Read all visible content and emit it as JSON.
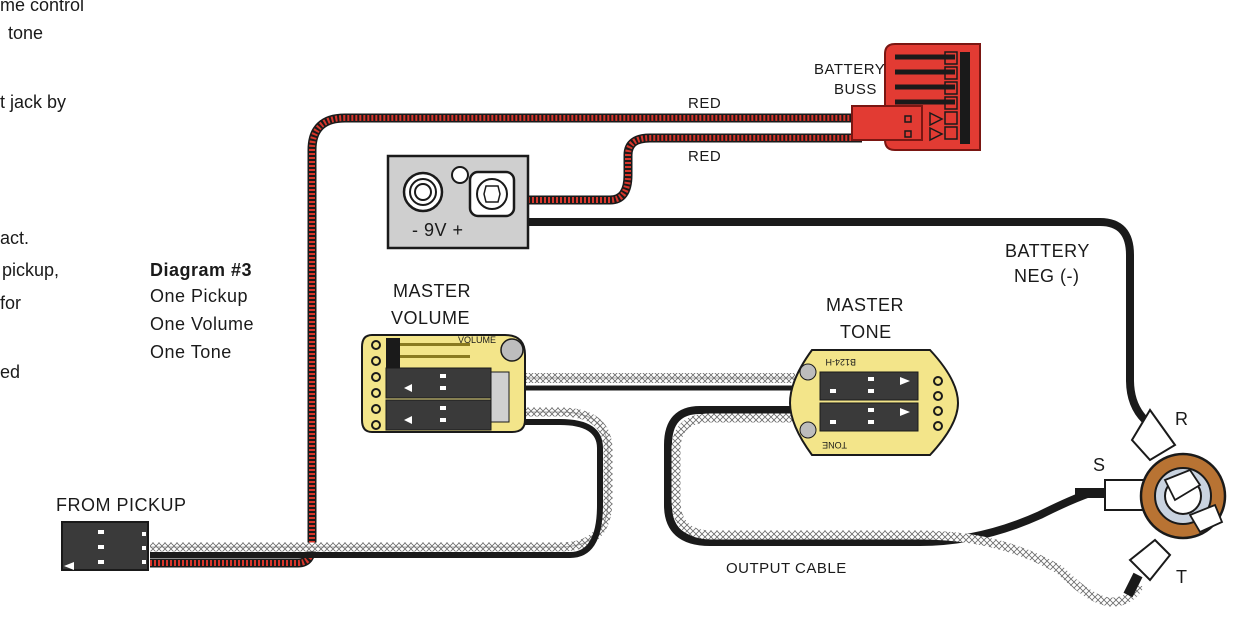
{
  "left_clipped_text": [
    "me control",
    "tone",
    "t jack by",
    "act.",
    "pickup,",
    "for",
    "ed"
  ],
  "diagram_caption": {
    "title": "Diagram #3",
    "lines": [
      "One Pickup",
      "One Volume",
      "One Tone"
    ]
  },
  "labels": {
    "battery_buss": [
      "BATTERY",
      "BUSS"
    ],
    "red_wire_top": "RED",
    "red_wire_bottom": "RED",
    "battery_clip": "- 9V +",
    "battery_neg": [
      "BATTERY",
      "NEG (-)"
    ],
    "master_volume": [
      "MASTER",
      "VOLUME"
    ],
    "master_tone": [
      "MASTER",
      "TONE"
    ],
    "volume_pcb": "VOLUME",
    "tone_pcb_top": "B124-H",
    "tone_pcb_bottom": "TONE",
    "from_pickup": "FROM PICKUP",
    "output_cable": "OUTPUT CABLE",
    "jack_r": "R",
    "jack_s": "S",
    "jack_t": "T"
  },
  "colors": {
    "red_wire": "#d9362b",
    "black_wire": "#1a1a1a",
    "pcb_yellow": "#f3e58a",
    "connector_red": "#e23b33",
    "jack_brown": "#b87333"
  }
}
